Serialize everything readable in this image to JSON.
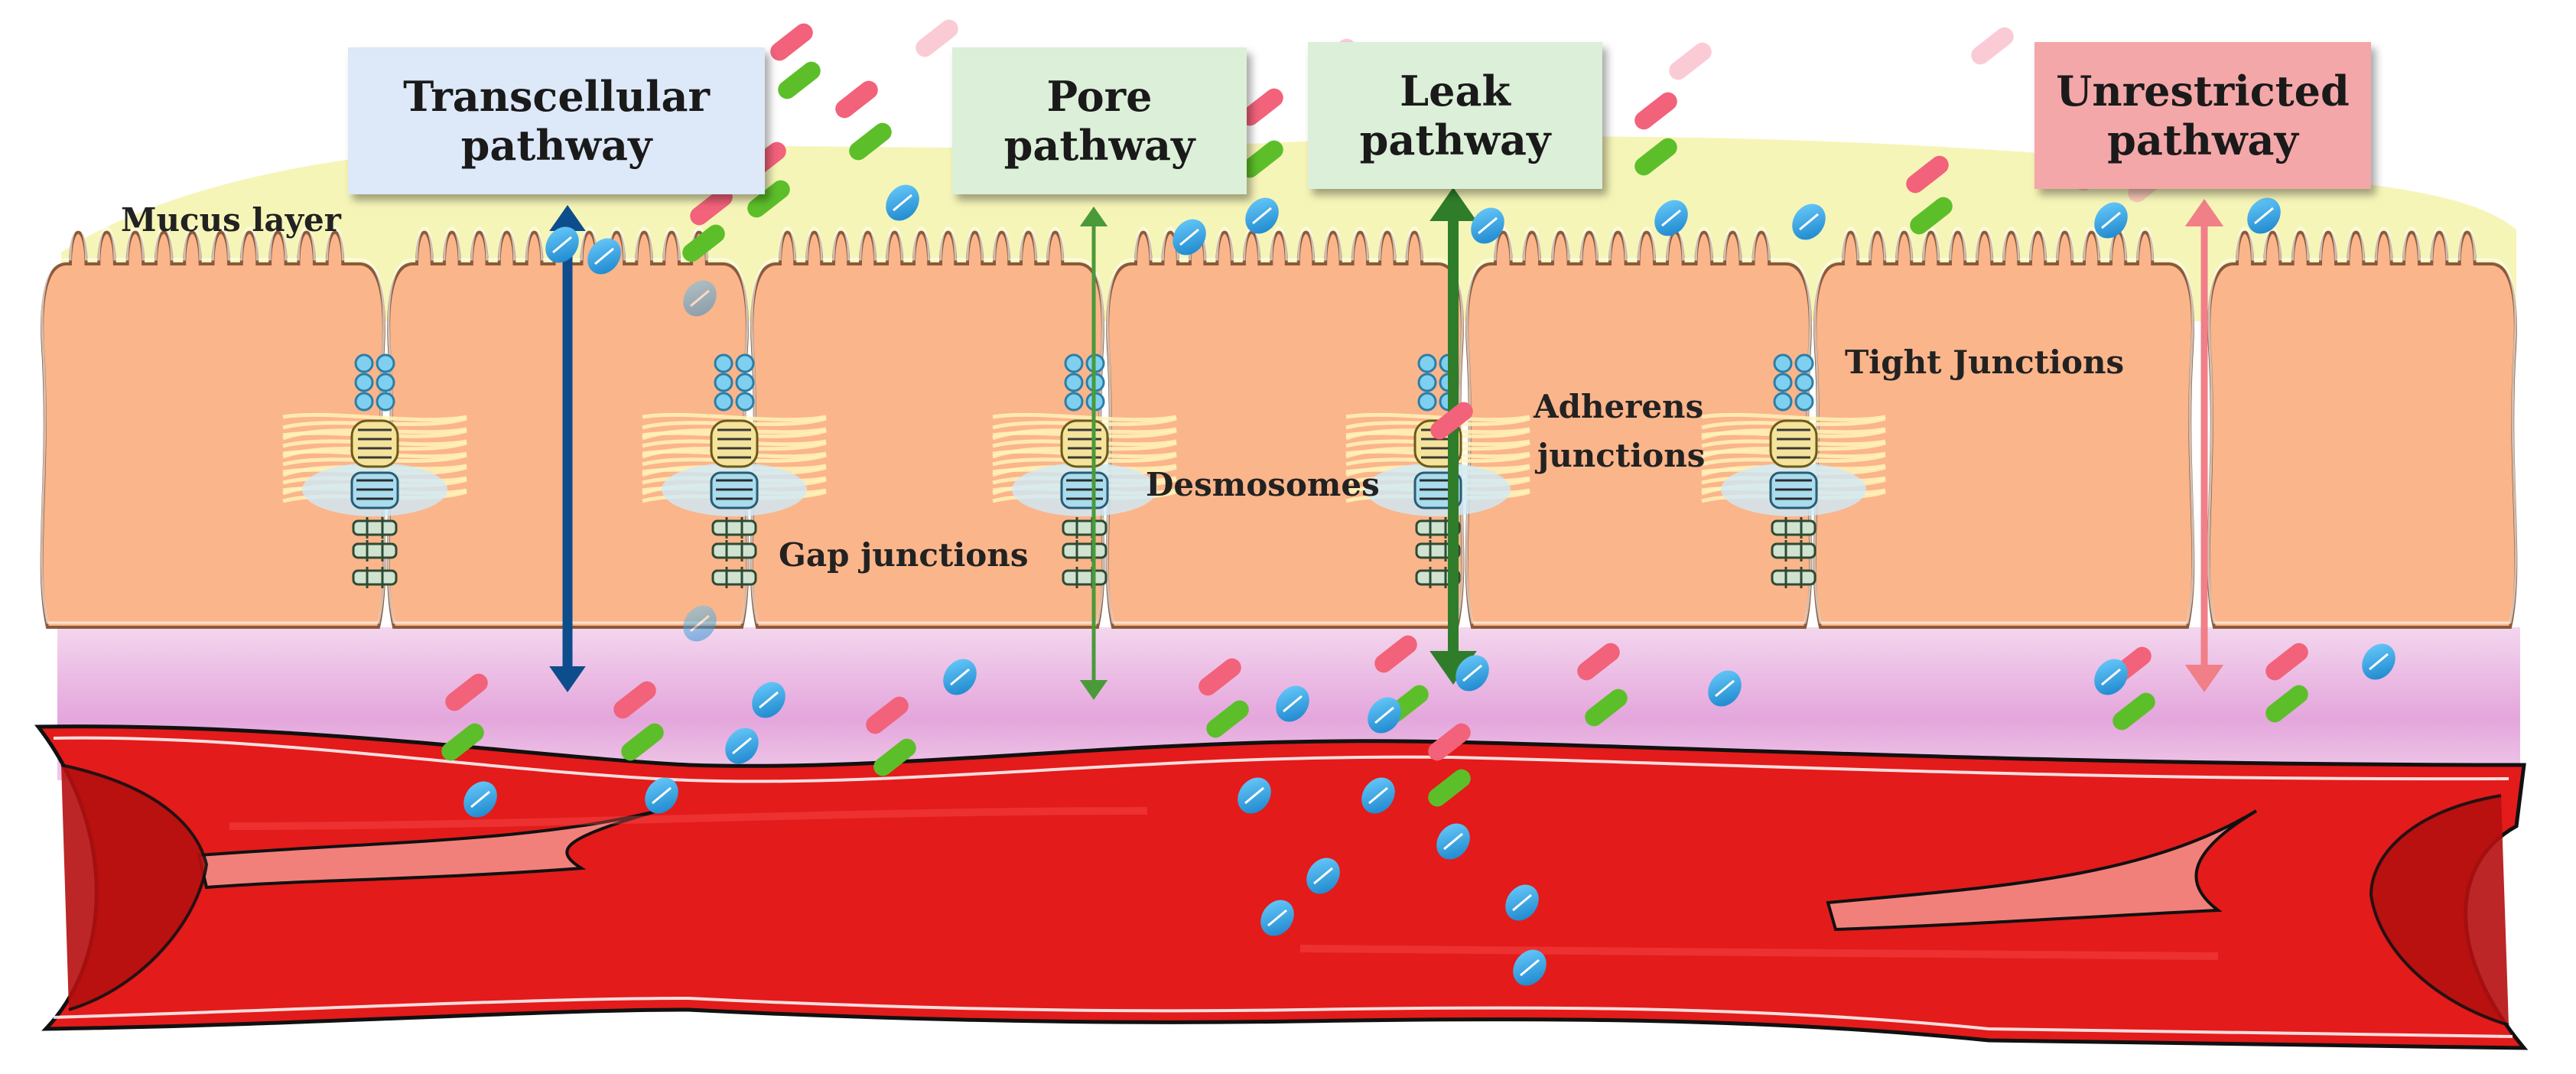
{
  "pathways": {
    "transcellular": {
      "line1": "Transcellular",
      "line2": "pathway",
      "bg": "#dde8f8",
      "arrow_color": "#0d4d8c"
    },
    "pore": {
      "line1": "Pore",
      "line2": "pathway",
      "bg": "#dcefd8",
      "arrow_color": "#4a9a3a"
    },
    "leak": {
      "line1": "Leak",
      "line2": "pathway",
      "bg": "#dcefd8",
      "arrow_color": "#2f7d2a"
    },
    "unrestricted": {
      "line1": "Unrestricted",
      "line2": "pathway",
      "bg": "#f4a7a8",
      "arrow_color": "#f07f88"
    }
  },
  "labels": {
    "mucus": "Mucus layer",
    "gap": "Gap junctions",
    "desmosomes": "Desmosomes",
    "adherens_1": "Adherens",
    "adherens_2": "junctions",
    "tight": "Tight Junctions"
  },
  "colors": {
    "mucus": "#f6f5b8",
    "cell": "#fbb58a",
    "cell_outline": "#8a5a3a",
    "lamina": "#e7b4e0",
    "vessel": "#e31b1b",
    "vessel_dark": "#a80e0e",
    "vessel_light": "#f2807a",
    "bacteria_red": "#f2627a",
    "bacteria_green": "#5cbf2a",
    "particle_blue": "#29a8e8"
  }
}
